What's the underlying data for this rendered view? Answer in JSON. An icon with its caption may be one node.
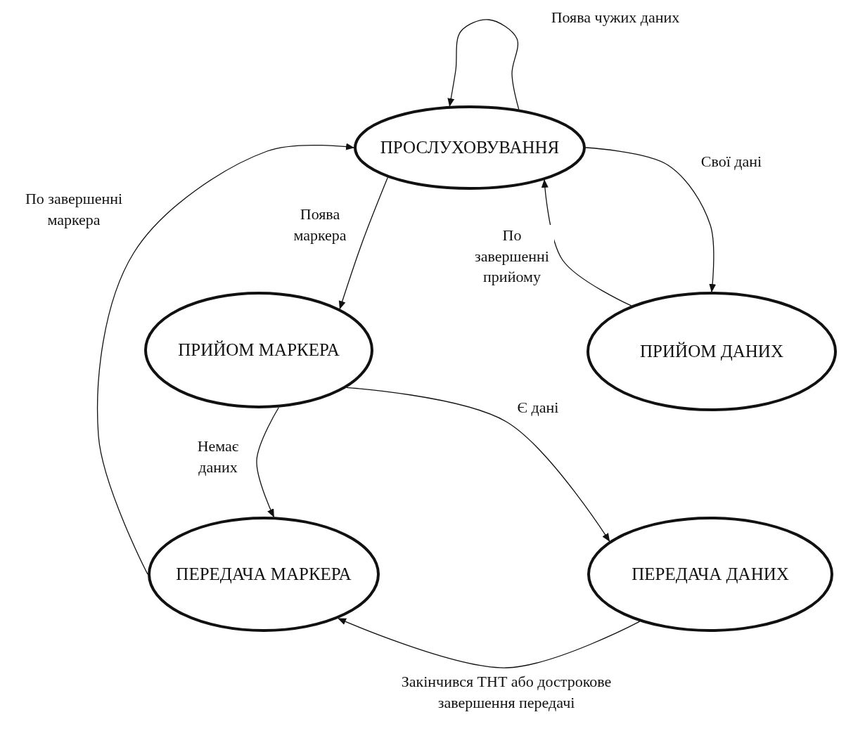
{
  "diagram": {
    "nodes": [
      {
        "text": [
          "ПРОСЛУХОВУВАННЯ"
        ]
      },
      {
        "text": [
          "ПРИЙОМ МАРКЕРА"
        ]
      },
      {
        "text": [
          "ПРИЙОМ ДАНИХ"
        ]
      },
      {
        "text": [
          "ПЕРЕДАЧА МАРКЕРА"
        ]
      },
      {
        "text": [
          "ПЕРЕДАЧА ДАНИХ"
        ]
      }
    ],
    "edges": [
      {
        "from": 0,
        "to": 0,
        "arrow": "to",
        "label": "Поява чужих даних"
      },
      {
        "from": 0,
        "to": 2,
        "arrow": "to",
        "label": "Свої дані"
      },
      {
        "from": 2,
        "to": 0,
        "arrow": "to",
        "label": "По завершенні прийому"
      },
      {
        "from": 0,
        "to": 1,
        "arrow": "to",
        "label": "Поява маркера"
      },
      {
        "from": 1,
        "to": 3,
        "arrow": "to",
        "label": "Немає даних"
      },
      {
        "from": 1,
        "to": 4,
        "arrow": "to",
        "label": "Є дані"
      },
      {
        "from": 4,
        "to": 3,
        "arrow": "to",
        "label": "Закінчився ТНТ або дострокове завершення передачі"
      },
      {
        "from": 3,
        "to": 0,
        "arrow": "to",
        "label": "По завершенні маркера"
      }
    ]
  }
}
